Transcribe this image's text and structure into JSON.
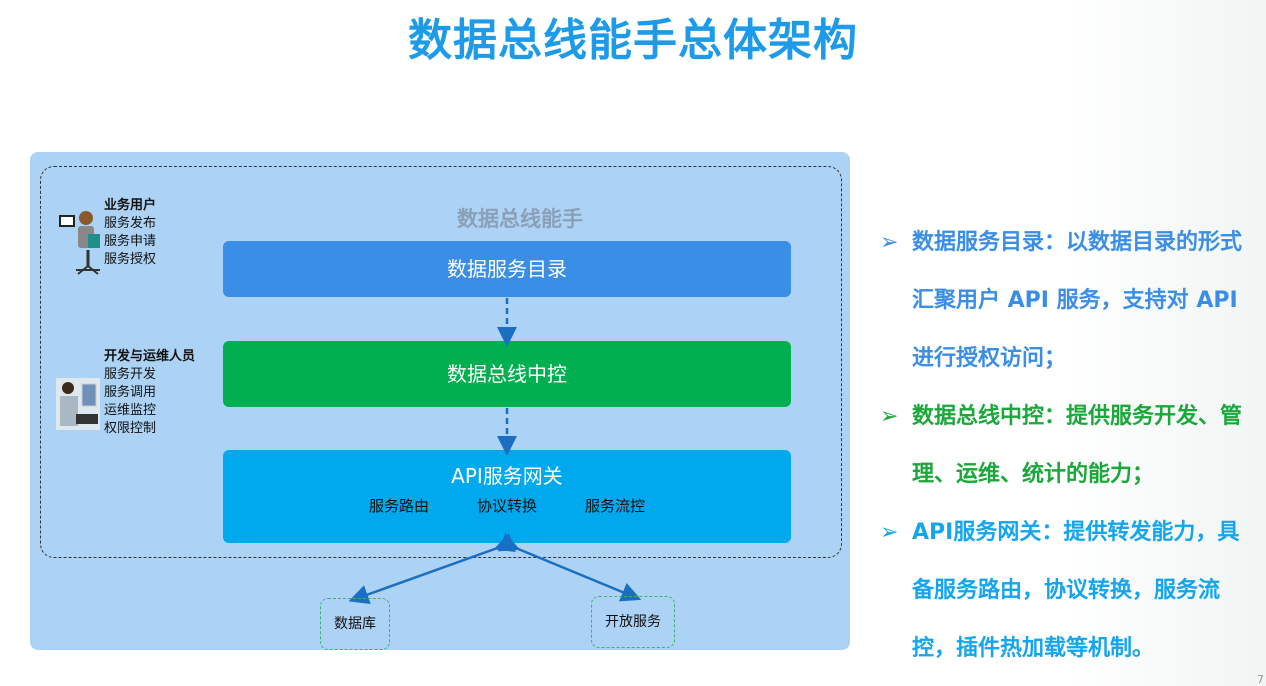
{
  "title": "数据总线能手总体架构",
  "diagram": {
    "bus_label": "数据总线能手",
    "roles": [
      {
        "name": "业务用户",
        "items": [
          "服务发布",
          "服务申请",
          "服务授权"
        ]
      },
      {
        "name": "开发与运维人员",
        "items": [
          "服务开发",
          "服务调用",
          "运维监控",
          "权限控制"
        ]
      }
    ],
    "catalog": "数据服务目录",
    "control": "数据总线中控",
    "gateway": {
      "title": "API服务网关",
      "subs": [
        "服务路由",
        "协议转换",
        "服务流控"
      ]
    },
    "externals": [
      "数据库",
      "开放服务"
    ]
  },
  "bullets": [
    {
      "text": "数据服务目录：以数据目录的形式汇聚用户 API 服务，支持对 API 进行授权访问；",
      "color": "#3a8ee6"
    },
    {
      "text": "数据总线中控：提供服务开发、管理、运维、统计的能力；",
      "color": "#1aa83a"
    },
    {
      "text": "API服务网关：提供转发能力，具备服务路由，协议转换，服务流控，插件热加载等机制。",
      "color": "#13a5ee"
    }
  ],
  "page_number": "7"
}
